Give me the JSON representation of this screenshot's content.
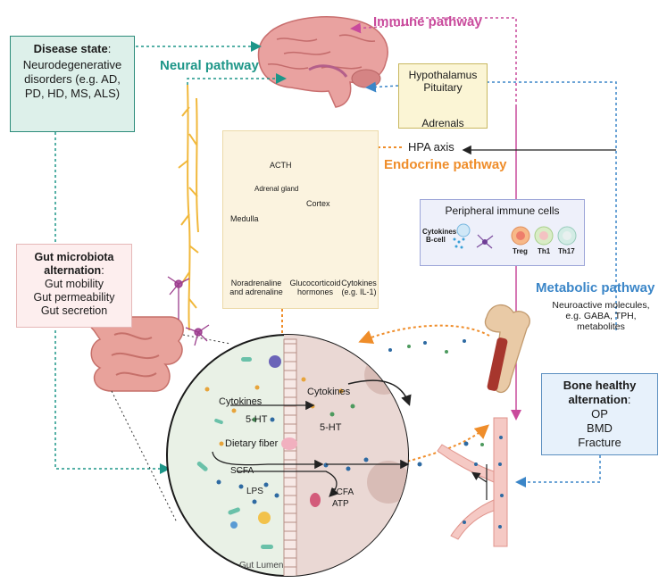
{
  "disease_state": {
    "title": "Disease state",
    "colon": ":",
    "body": "Neurodegenerative disorders (e.g. AD, PD, HD, MS, ALS)"
  },
  "pathways": {
    "neural": "Neural pathway",
    "immune": "Immune pathway",
    "endocrine": "Endocrine pathway",
    "metabolic": "Metabolic pathway"
  },
  "hpa_box": {
    "line1": "Hypothalamus",
    "line2": "Pituitary",
    "line3": "Adrenals"
  },
  "hpa_axis": "HPA axis",
  "endocrine_panel": {
    "acth": "ACTH",
    "adrenal_gland": "Adrenal gland",
    "cortex": "Cortex",
    "medulla": "Medulla",
    "noradrenaline": "Noradrenaline and adrenaline",
    "glucocorticoid": "Glucocorticoid hormones",
    "cytokines": "Cytokines",
    "cytokines_example": "(e.g. IL-1)"
  },
  "immune_cells": {
    "title": "Peripheral immune cells",
    "cytokines": "Cytokines",
    "bcell": "B-cell",
    "treg": "Treg",
    "th1": "Th1",
    "th17": "Th17"
  },
  "metabolic_text": "Neuroactive molecules, e.g. GABA, TPH, metabolites",
  "gut_box": {
    "title": "Gut microbiota alternation",
    "colon": ":",
    "items": [
      "Gut mobility",
      "Gut permeability",
      "Gut secretion"
    ]
  },
  "bone_box": {
    "title": "Bone healthy alternation",
    "colon": ":",
    "items": [
      "OP",
      "BMD",
      "Fracture"
    ]
  },
  "gut_circle": {
    "cytokines_left": "Cytokines",
    "cytokines_right": "Cytokines",
    "ht_left": "5-HT",
    "ht_right": "5-HT",
    "dietary_fiber": "Dietary fiber",
    "scfa_left": "SCFA",
    "lps": "LPS",
    "scfa_right": "SCFA",
    "atp": "ATP",
    "gut_lumen": "Gut Lumen"
  },
  "colors": {
    "neural": "#1d9688",
    "immune": "#c94a9c",
    "endocrine": "#ef8d2a",
    "metabolic": "#3b86c8"
  }
}
